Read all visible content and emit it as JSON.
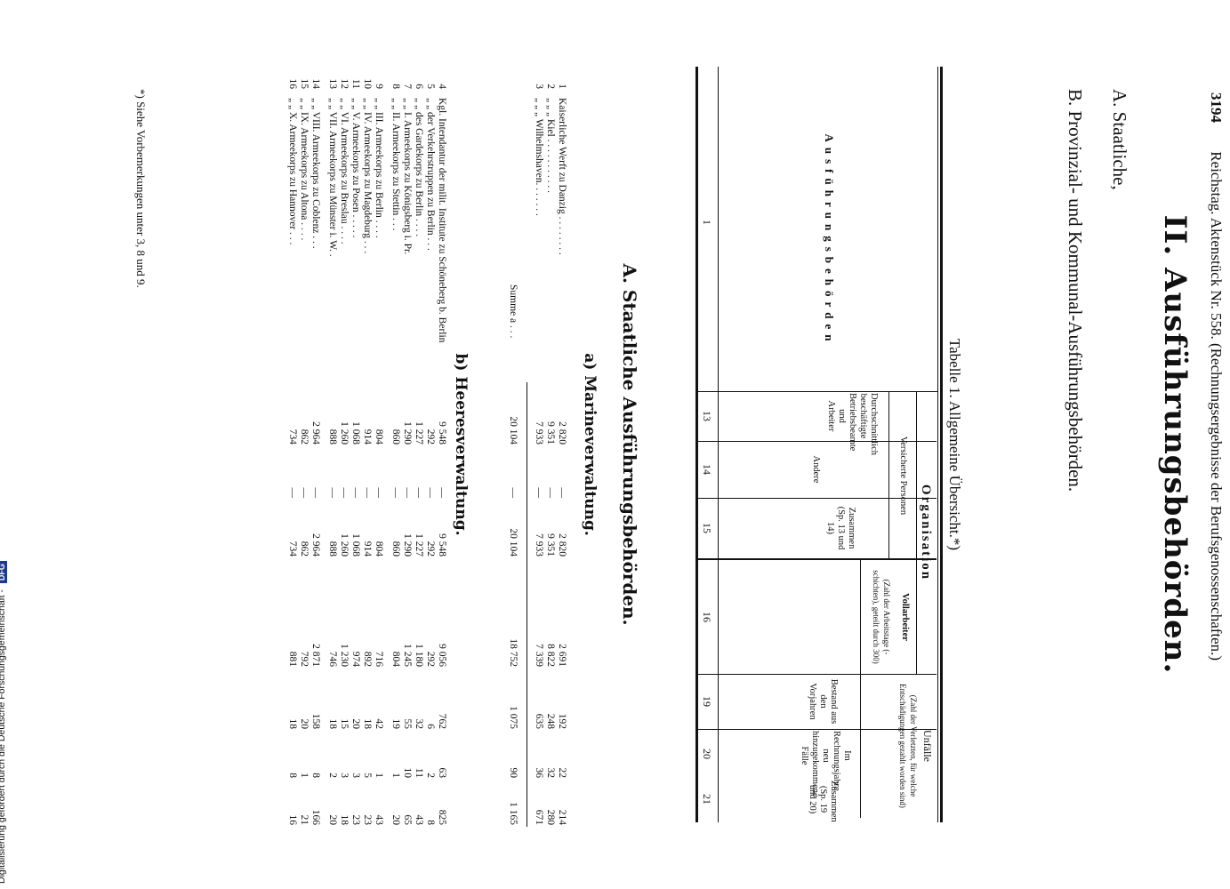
{
  "running_head": {
    "page_number": "3194",
    "text": "Reichstag. Aktenstück Nr. 558. (Rechnungsergebnisse der Berufsgenossenschaften.)"
  },
  "title": "II. Ausführungsbehörden.",
  "subheads": [
    "A. Staatliche,",
    "B. Provinzial- und Kommunal-Ausführungsbehörden."
  ],
  "table_title": "Tabelle 1. Allgemeine Übersicht.*)",
  "header": {
    "stub": "Ausführungsbehörden",
    "organisation": "Organisation",
    "versicherte": "Versicherte Personen",
    "unfaelle": "Unfälle",
    "unfaelle_note": "(Zahl der Verletzten, für welche Entschädigungen gezahlt worden sind)",
    "col13": "Durchschnittlich beschäftigte Betriebsbeamte und Arbeiter",
    "col14": "Andere",
    "col15": "Zusammen (Sp. 13 und 14)",
    "col16": "Vollarbeiter",
    "col16_note": "(Zahl der Arbeitstage (-schichten), geteilt durch 300)",
    "col19": "Bestand aus den Vorjahren",
    "col20": "Im Rechnungsjahre neu hinzugekommene Fälle",
    "col21": "Zusammen (Sp. 19 und 20)",
    "colnums": [
      "1",
      "13",
      "14",
      "15",
      "16",
      "19",
      "20",
      "21"
    ]
  },
  "section_a": "A. Staatliche Ausführungsbehörden.",
  "sub_a": "a) Marineverwaltung.",
  "sub_b": "b) Heeresverwaltung.",
  "rows_a": [
    {
      "no": "1",
      "label": "Kaiserliche Werft zu Danzig . . . . . . . .",
      "c13": "2 820",
      "c14": "—",
      "c15": "2 820",
      "c16": "2 691",
      "c19": "192",
      "c20": "22",
      "c21": "214"
    },
    {
      "no": "2",
      "label": "„ „ „ Kiel . . . . . . . . . . .",
      "c13": "9 351",
      "c14": "—",
      "c15": "9 351",
      "c16": "8 822",
      "c19": "248",
      "c20": "32",
      "c21": "280"
    },
    {
      "no": "3",
      "label": "„ „ „ Wilhelmshaven. . . . . . .",
      "c13": "7 933",
      "c14": "—",
      "c15": "7 933",
      "c16": "7 339",
      "c19": "635",
      "c20": "36",
      "c21": "671"
    }
  ],
  "sum_a": {
    "label": "Summe a . . .",
    "c13": "20 104",
    "c14": "—",
    "c15": "20 104",
    "c16": "18 752",
    "c19": "1 075",
    "c20": "90",
    "c21": "1 165"
  },
  "rows_b": [
    {
      "no": "4",
      "label": "Kgl. Intendantur der milit. Institute zu Schöneberg b. Berlin",
      "c13": "9 548",
      "c14": "—",
      "c15": "9 548",
      "c16": "9 056",
      "c19": "762",
      "c20": "63",
      "c21": "825"
    },
    {
      "no": "5",
      "label": "„ „ der Verkehrstruppen zu Berlin . . .",
      "c13": "292",
      "c14": "—",
      "c15": "292",
      "c16": "292",
      "c19": "6",
      "c20": "2",
      "c21": "8"
    },
    {
      "no": "6",
      "label": "„ „ des Gardekorps zu Berlin . . . .",
      "c13": "1 227",
      "c14": "—",
      "c15": "1 227",
      "c16": "1 180",
      "c19": "32",
      "c20": "11",
      "c21": "43"
    },
    {
      "no": "7",
      "label": "„ „ I. Armeekorps zu Königsberg i. Pr.",
      "c13": "1 290",
      "c14": "—",
      "c15": "1 290",
      "c16": "1 245",
      "c19": "55",
      "c20": "10",
      "c21": "65"
    },
    {
      "no": "8",
      "label": "„ „ II. Armeekorps zu Stettin . . .",
      "c13": "860",
      "c14": "—",
      "c15": "860",
      "c16": "804",
      "c19": "19",
      "c20": "1",
      "c21": "20"
    },
    {
      "no": "9",
      "label": "„ „ III. Armeekorps zu Berlin . . . .",
      "c13": "804",
      "c14": "—",
      "c15": "804",
      "c16": "716",
      "c19": "42",
      "c20": "1",
      "c21": "43"
    },
    {
      "no": "10",
      "label": "„ „ IV. Armeekorps zu Magdeburg . . .",
      "c13": "914",
      "c14": "—",
      "c15": "914",
      "c16": "892",
      "c19": "18",
      "c20": "5",
      "c21": "23"
    },
    {
      "no": "11",
      "label": "„ „ V. Armeekorps zu Posen . . . . .",
      "c13": "1 068",
      "c14": "—",
      "c15": "1 068",
      "c16": "974",
      "c19": "20",
      "c20": "3",
      "c21": "23"
    },
    {
      "no": "12",
      "label": "„ „ VI. Armeekorps zu Breslau . . . .",
      "c13": "1 260",
      "c14": "—",
      "c15": "1 260",
      "c16": "1 230",
      "c19": "15",
      "c20": "3",
      "c21": "18"
    },
    {
      "no": "13",
      "label": "„ „ VII. Armeekorps zu Münster i. W. .",
      "c13": "888",
      "c14": "—",
      "c15": "888",
      "c16": "746",
      "c19": "18",
      "c20": "2",
      "c21": "20"
    },
    {
      "no": "14",
      "label": "„ „ VIII. Armeekorps zu Coblenz . . .",
      "c13": "2 964",
      "c14": "—",
      "c15": "2 964",
      "c16": "2 871",
      "c19": "158",
      "c20": "8",
      "c21": "166"
    },
    {
      "no": "15",
      "label": "„ „ IX. Armeekorps zu Altona . . . .",
      "c13": "862",
      "c14": "—",
      "c15": "862",
      "c16": "792",
      "c19": "20",
      "c20": "1",
      "c21": "21"
    },
    {
      "no": "16",
      "label": "„ „ X. Armeekorps zu Hannover . . .",
      "c13": "734",
      "c14": "—",
      "c15": "734",
      "c16": "881",
      "c19": "18",
      "c20": "8",
      "c21": "16"
    }
  ],
  "footnote": "*) Siehe Vorbemerkungen unter 3, 8 und 9.",
  "digitization_note": "Digitalisierung gefördert durch die Deutsche Forschungsgemeinschaft -",
  "dfg_logo": "DFG"
}
